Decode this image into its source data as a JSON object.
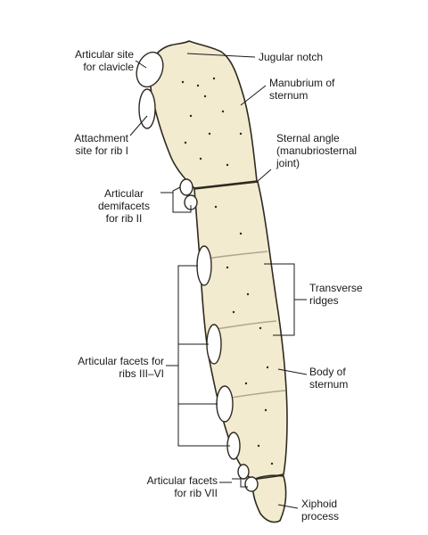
{
  "diagram": {
    "colors": {
      "bone_fill": "#f2ebcf",
      "bone_stroke": "#2e2a20",
      "facet_fill": "#ffffff",
      "leader": "#1a1a1a",
      "text": "#1a1a1a"
    },
    "labels": {
      "articular_site_clavicle": [
        "Articular site",
        "for clavicle"
      ],
      "jugular_notch": [
        "Jugular notch"
      ],
      "manubrium": [
        "Manubrium of",
        "sternum"
      ],
      "attachment_rib1": [
        "Attachment",
        "site for rib I"
      ],
      "sternal_angle": [
        "Sternal angle",
        "(manubriosternal",
        "joint)"
      ],
      "demifacets_rib2": [
        "Articular",
        "demifacets",
        "for rib II"
      ],
      "transverse_ridges": [
        "Transverse",
        "ridges"
      ],
      "facets_ribs_3_6": [
        "Articular facets for",
        "ribs III–VI"
      ],
      "body_of_sternum": [
        "Body of",
        "sternum"
      ],
      "facets_rib7": [
        "Articular facets",
        "for rib VII"
      ],
      "xiphoid_process": [
        "Xiphoid",
        "process"
      ]
    }
  }
}
